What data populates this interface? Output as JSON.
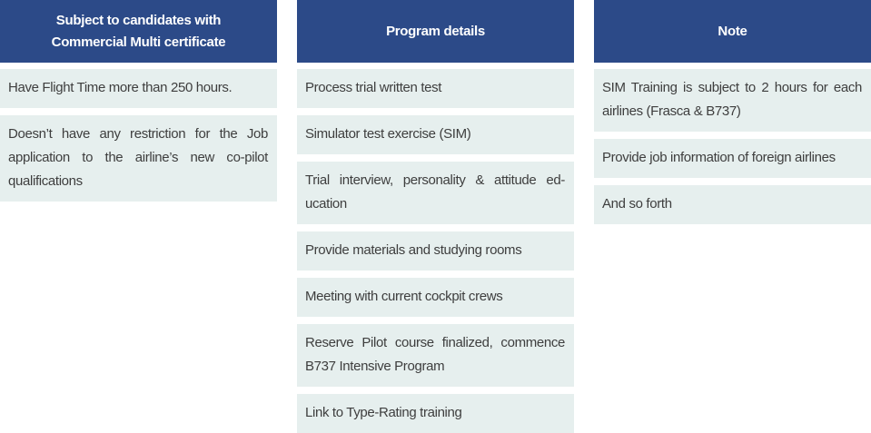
{
  "columns": [
    {
      "header": "Subject to candidates with\nCommercial Multi certificate",
      "items": [
        "Have Flight Time more than 250 hours.",
        "Doesn’t have any restriction for the Job application to the airline’s new co-pilot qualifications"
      ]
    },
    {
      "header": "Program details",
      "items": [
        "Process trial written test",
        "Simulator test exercise (SIM)",
        "Trial interview, personality & attitude ed- ucation",
        "Provide materials and studying rooms",
        "Meeting with current cockpit crews",
        "Reserve Pilot course finalized, commence B737 Intensive Program",
        "Link to Type-Rating training"
      ]
    },
    {
      "header": "Note",
      "items": [
        "SIM Training is subject to 2 hours for each airlines (Frasca & B737)",
        "Provide job information of foreign airlines",
        "And so forth"
      ]
    }
  ]
}
